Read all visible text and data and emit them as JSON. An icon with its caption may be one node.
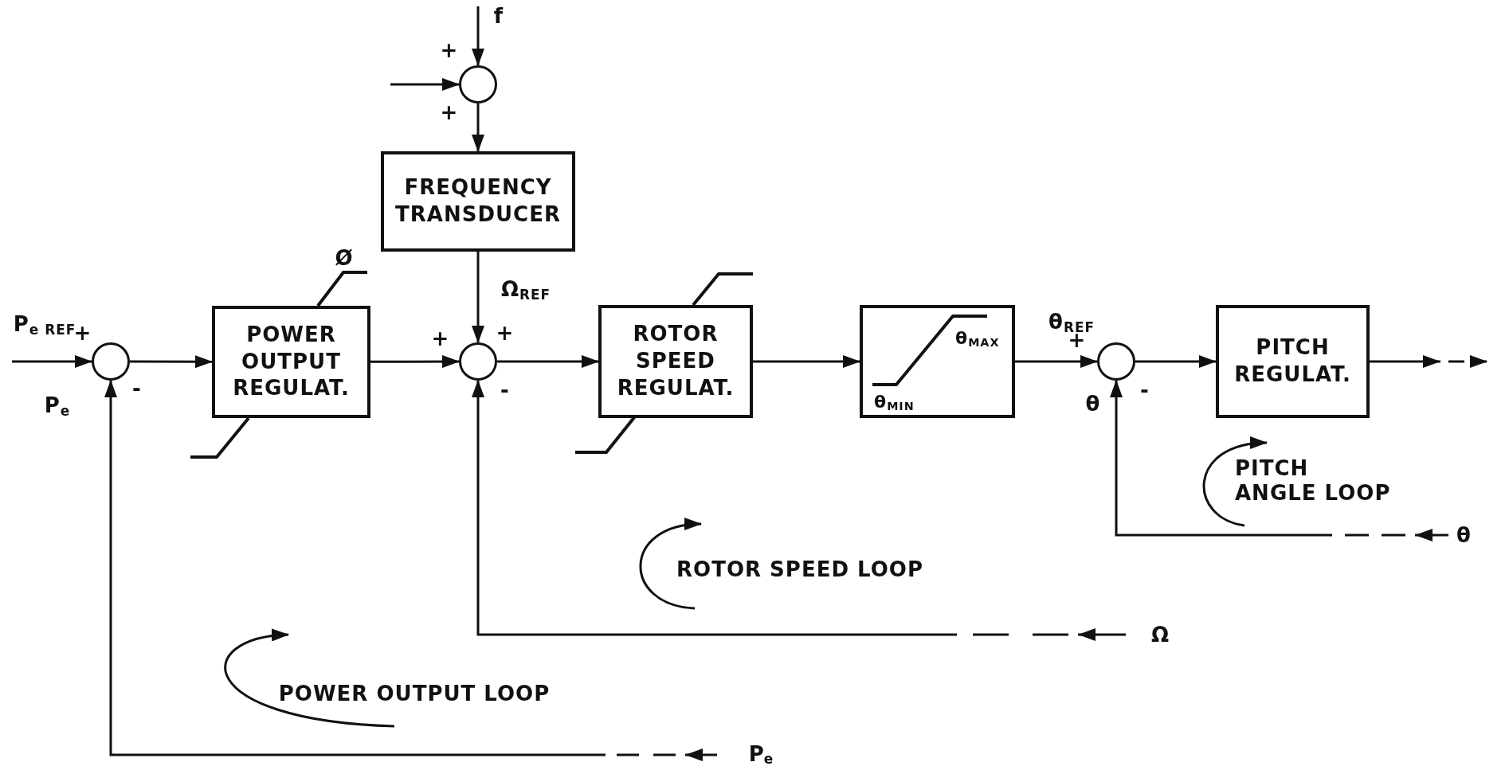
{
  "diagram": {
    "nodes": [
      {
        "text": [],
        "shape": "circle"
      },
      {
        "text": [
          "FREQUENCY TRANSDUCER"
        ]
      },
      {
        "text": [],
        "shape": "circle"
      },
      {
        "text": [
          "POWER OUTPUT REGULAT."
        ]
      },
      {
        "text": [],
        "shape": "circle"
      },
      {
        "text": [
          "ROTOR SPEED REGULAT."
        ]
      },
      {
        "text": [
          "θ$_{MAX}$",
          "θ$_{MIN}$"
        ]
      },
      {
        "text": [],
        "shape": "circle"
      },
      {
        "text": [
          "PITCH REGULAT."
        ]
      },
      {
        "text": [
          "θ"
        ]
      },
      {
        "text": [
          "Ω"
        ]
      },
      {
        "text": [
          "P$_{e}$"
        ]
      }
    ],
    "edges": [
      {
        "from": null,
        "to": 2,
        "arrow": "to"
      },
      {
        "from": 2,
        "to": 3,
        "arrow": "to"
      },
      {
        "from": 3,
        "to": 4,
        "arrow": "to"
      },
      {
        "from": null,
        "to": 0,
        "arrow": "to"
      },
      {
        "from": null,
        "to": 0,
        "arrow": "to"
      },
      {
        "from": 0,
        "to": 1,
        "arrow": "to"
      },
      {
        "from": 1,
        "to": 4,
        "arrow": "to"
      },
      {
        "from": 4,
        "to": 5,
        "arrow": "to"
      },
      {
        "from": 5,
        "to": 6,
        "arrow": "to"
      },
      {
        "from": 6,
        "to": 7,
        "arrow": "to"
      },
      {
        "from": 7,
        "to": 8,
        "arrow": "to"
      },
      {
        "from": 8,
        "to": null,
        "arrow": "to",
        "style": "dashed"
      },
      {
        "from": 9,
        "to": 7,
        "arrow": "to",
        "style": "dashed"
      },
      {
        "from": 10,
        "to": 4,
        "arrow": "to",
        "style": "dashed"
      },
      {
        "from": 11,
        "to": 2,
        "arrow": "to",
        "style": "dashed"
      }
    ],
    "labels": [
      "P$_{e REF}$",
      "+",
      "P$_{e}$",
      "-",
      "f",
      "+",
      "+",
      "Ø",
      "Ω$_{REF}$",
      "+",
      "+",
      "-",
      "θ$_{REF}$",
      "+",
      "θ",
      "-",
      "PITCH ANGLE LOOP",
      "ROTOR SPEED LOOP",
      "POWER OUTPUT LOOP"
    ]
  }
}
